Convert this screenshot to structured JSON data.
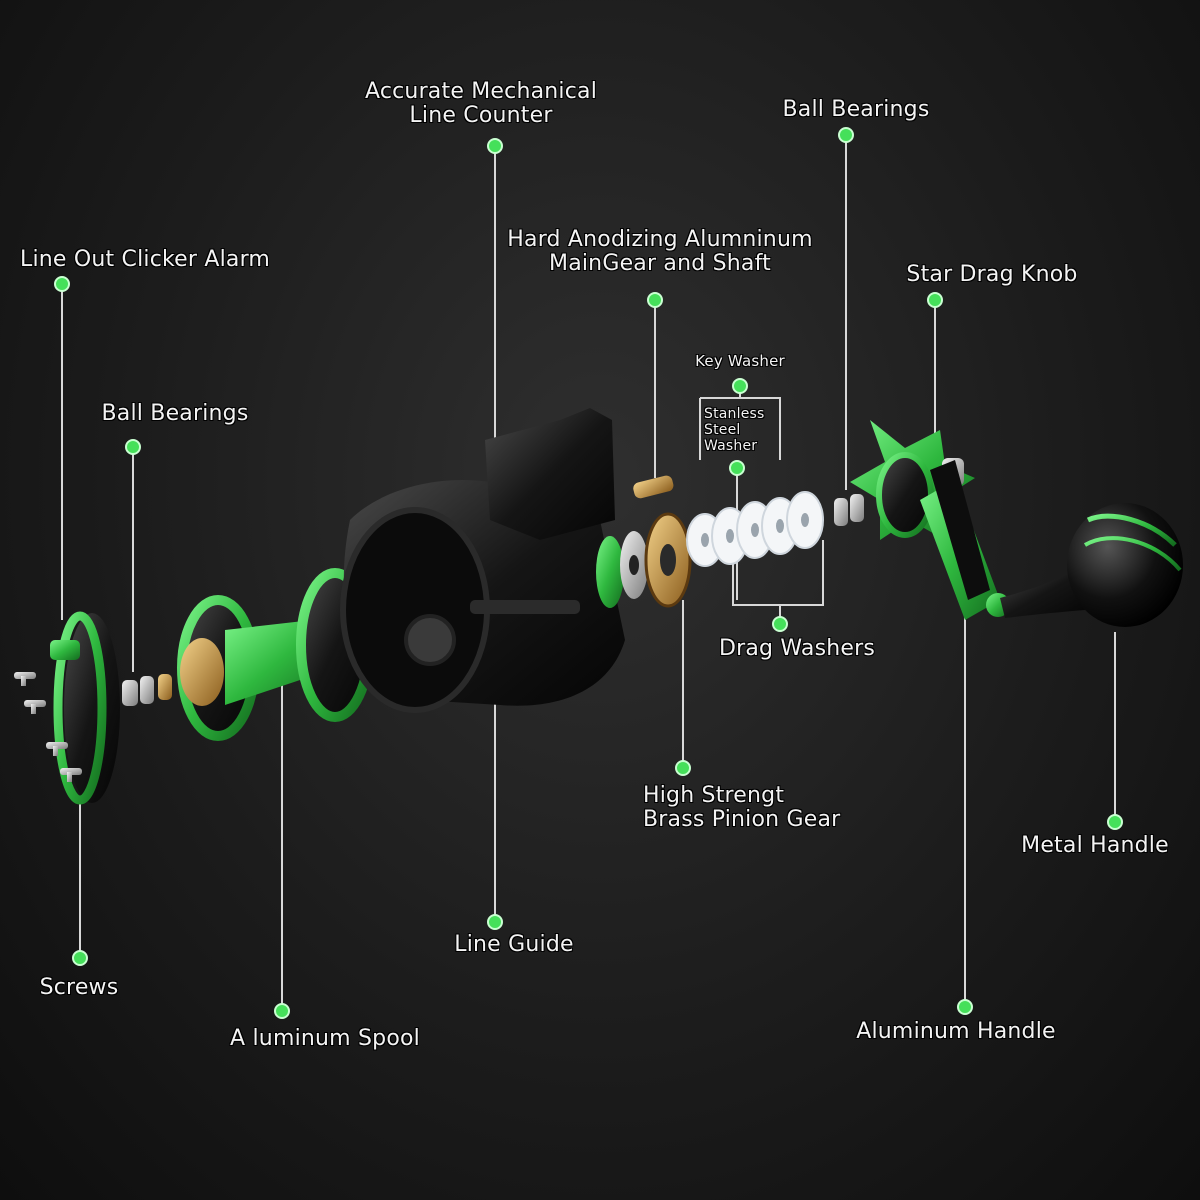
{
  "labels": {
    "line_counter": [
      "Accurate Mechanical",
      "Line Counter"
    ],
    "ball_bearings_top": "Ball Bearings",
    "main_gear": [
      "Hard Anodizing Alumninum",
      "MainGear and Shaft"
    ],
    "line_out_alarm": "Line Out Clicker Alarm",
    "star_drag": "Star Drag Knob",
    "key_washer": "Key Washer",
    "stainless_washer": [
      "Stanless",
      "Steel",
      "Washer"
    ],
    "ball_bearings_left": "Ball Bearings",
    "drag_washers": "Drag Washers",
    "pinion_gear": [
      "High Strengt",
      "Brass Pinion Gear"
    ],
    "metal_handle": "Metal Handle",
    "line_guide": "Line Guide",
    "screws": "Screws",
    "spool": "A luminum Spool",
    "aluminum_handle": "Aluminum Handle"
  },
  "colors": {
    "accent_green": "#3bd14a",
    "dot_green": "#45e05a",
    "leader_line": "#d8d8d8"
  }
}
